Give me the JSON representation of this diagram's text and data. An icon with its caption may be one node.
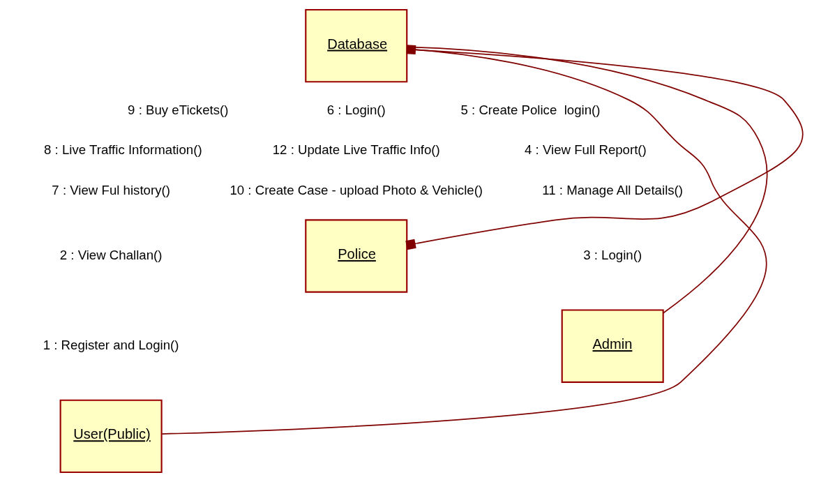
{
  "diagram": {
    "nodes": [
      {
        "text": [
          "Database"
        ]
      },
      {
        "text": [
          "User(Public)"
        ]
      },
      {
        "text": [
          "Admin"
        ]
      },
      {
        "text": [
          "Police"
        ]
      }
    ],
    "edges": [
      {
        "from": 1,
        "to": 0,
        "arrow": "none"
      },
      {
        "from": 2,
        "to": 0,
        "arrow": "none"
      },
      {
        "from": 3,
        "to": 0,
        "arrow": "other"
      }
    ],
    "labels": [
      "9 : Buy eTickets()",
      "8 : Live Traffic Information()",
      "6 : Login()",
      "5 : Create Police  login()",
      "7 : View Ful history()",
      "12 : Update Live Traffic Info()",
      "2 : View Challan()",
      "4 : View Full Report()",
      "1 : Register and Login()",
      "10 : Create Case - upload Photo & Vehicle()",
      "11 : Manage All Details()",
      "3 : Login()"
    ]
  }
}
